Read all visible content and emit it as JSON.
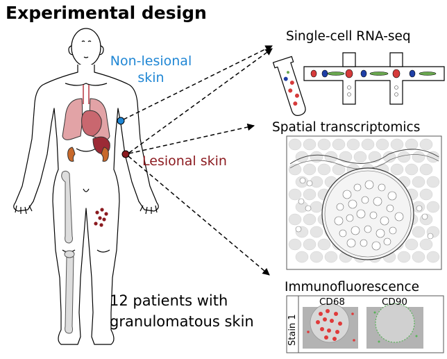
{
  "title": "Experimental design",
  "labels": {
    "non_lesional": "Non-lesional skin",
    "lesional": "Lesional skin",
    "patients": "12 patients with granulomatous skin"
  },
  "panels": {
    "single_cell": "Single-cell RNA-seq",
    "spatial": "Spatial transcriptomics",
    "immuno": "Immunofluorescence",
    "immuno_stain": "Stain 1",
    "immuno_markers": [
      "CD68",
      "CD90"
    ]
  },
  "colors": {
    "non_lesional": "#1f86d4",
    "lesional": "#8b1a1f",
    "lung": "#e2a3a6",
    "heart": "#c9676f",
    "liver": "#9c2a36",
    "kidney": "#c8692c",
    "bone": "#dddddd"
  }
}
